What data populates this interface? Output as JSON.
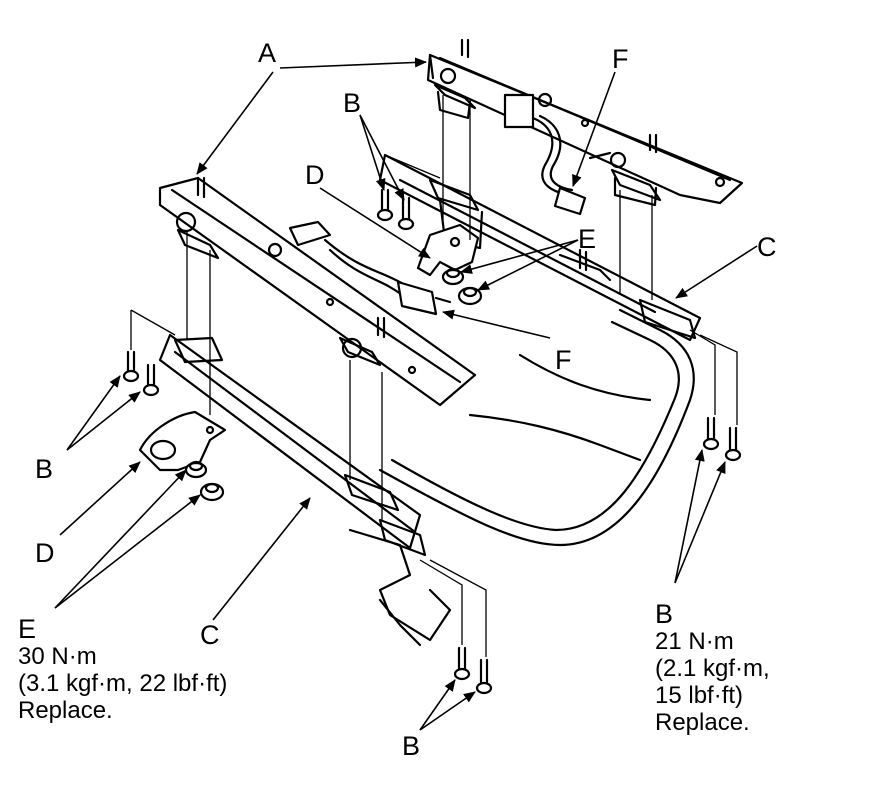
{
  "callouts": {
    "a_top": "A",
    "b_top": "B",
    "d_top": "D",
    "f_top": "F",
    "e_right": "E",
    "c_right": "C",
    "f_mid": "F",
    "b_left": "B",
    "d_left": "D",
    "c_bottom": "C",
    "b_bottom": "B"
  },
  "notes": {
    "left": {
      "letter": "E",
      "torque": "30 N·m",
      "spec": "(3.1 kgf·m, 22 lbf·ft)",
      "action": "Replace."
    },
    "right": {
      "letter": "B",
      "torque": "21 N·m",
      "spec1": "(2.1 kgf·m,",
      "spec2": "15 lbf·ft)",
      "action": "Replace."
    }
  },
  "colors": {
    "ink": "#000000",
    "paper": "#ffffff"
  }
}
